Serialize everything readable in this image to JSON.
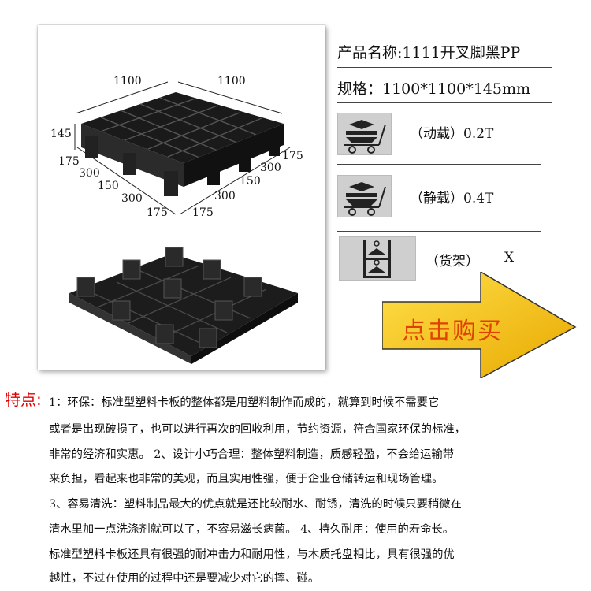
{
  "product": {
    "name_label": "产品名称:1111开叉脚黑PP",
    "spec_label": "规格：1100*1100*145mm"
  },
  "dimensions": {
    "top_left": "1100",
    "top_right": "1100",
    "height": "145",
    "left_175_a": "175",
    "left_300_a": "300",
    "left_150": "150",
    "left_300_b": "300",
    "left_175_b": "175",
    "right_175_a": "175",
    "right_300_a": "300",
    "right_150": "150",
    "right_300_b": "300",
    "right_175_b": "175"
  },
  "loads": {
    "dynamic": "（动载）0.2T",
    "static": "（静载）0.4T",
    "rack_label": "（货架）",
    "rack_value": "X"
  },
  "buy": {
    "label": "点击购买"
  },
  "features": {
    "title": "特点:",
    "lines": [
      "1：环保：标准型塑料卡板的整体都是用塑料制作而成的，就算到时候不需要它",
      "或者是出现破损了，也可以进行再次的回收利用，节约资源，符合国家环保的标准，",
      "非常的经济和实惠。   2、设计小巧合理：整体塑料制造，质感轻盈，不会给运输带",
      "来负担，看起来也非常的美观，而且实用性强，便于企业仓储转运和现场管理。",
      "3、容易清洗：塑料制品最大的优点就是还比较耐水、耐锈，清洗的时候只要稍微在",
      "清水里加一点洗涤剂就可以了，不容易滋长病菌。   4、持久耐用：使用的寿命长。",
      "标准型塑料卡板还具有很强的耐冲击力和耐用性，与木质托盘相比，具有很强的优",
      "越性，不过在使用的过程中还是要减少对它的摔、碰。"
    ]
  },
  "colors": {
    "accent_red": "#e00000",
    "arrow_fill": "#f5c400",
    "buy_text": "#e04000"
  },
  "icons": {
    "dynamic": "hand-truck-icon",
    "static": "hand-truck-icon",
    "rack": "rack-icon"
  }
}
